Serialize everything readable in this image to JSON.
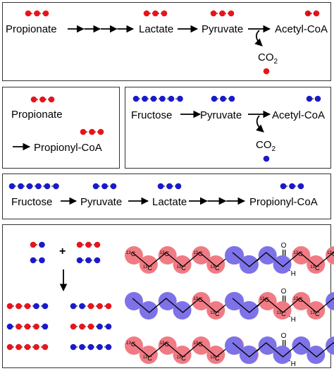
{
  "panel_a": {
    "labels": {
      "propionate": "Propionate",
      "lactate": "Lactate",
      "pyruvate": "Pyruvate",
      "acetyl_coa": "Acetyl-CoA",
      "co2": "CO",
      "co2_sub": "2"
    },
    "label_color": "red"
  },
  "panel_b": {
    "labels": {
      "propionate": "Propionate",
      "propionyl_coa": "Propionyl-CoA"
    },
    "label_color": "red"
  },
  "panel_c": {
    "labels": {
      "fructose": "Fructose",
      "pyruvate": "Pyruvate",
      "acetyl_coa": "Acetyl-CoA",
      "co2": "CO",
      "co2_sub": "2"
    },
    "label_color": "blue"
  },
  "panel_d": {
    "labels": {
      "fructose": "Fructose",
      "pyruvate": "Pyruvate",
      "lactate": "Lactate",
      "propionyl_coa": "Propionyl-CoA"
    },
    "label_color": "blue"
  },
  "panel_e": {
    "plus": "+",
    "chain_atom_label": "13C",
    "chain_atom_mass": "13",
    "chain_atom_symbol": "C",
    "oxygen": "O",
    "hydrogen": "H"
  },
  "colors": {
    "red_label": "#e8141c",
    "blue_label": "#1a1acc",
    "red_shade": "#f07b84",
    "blue_shade": "#7d72e8"
  }
}
